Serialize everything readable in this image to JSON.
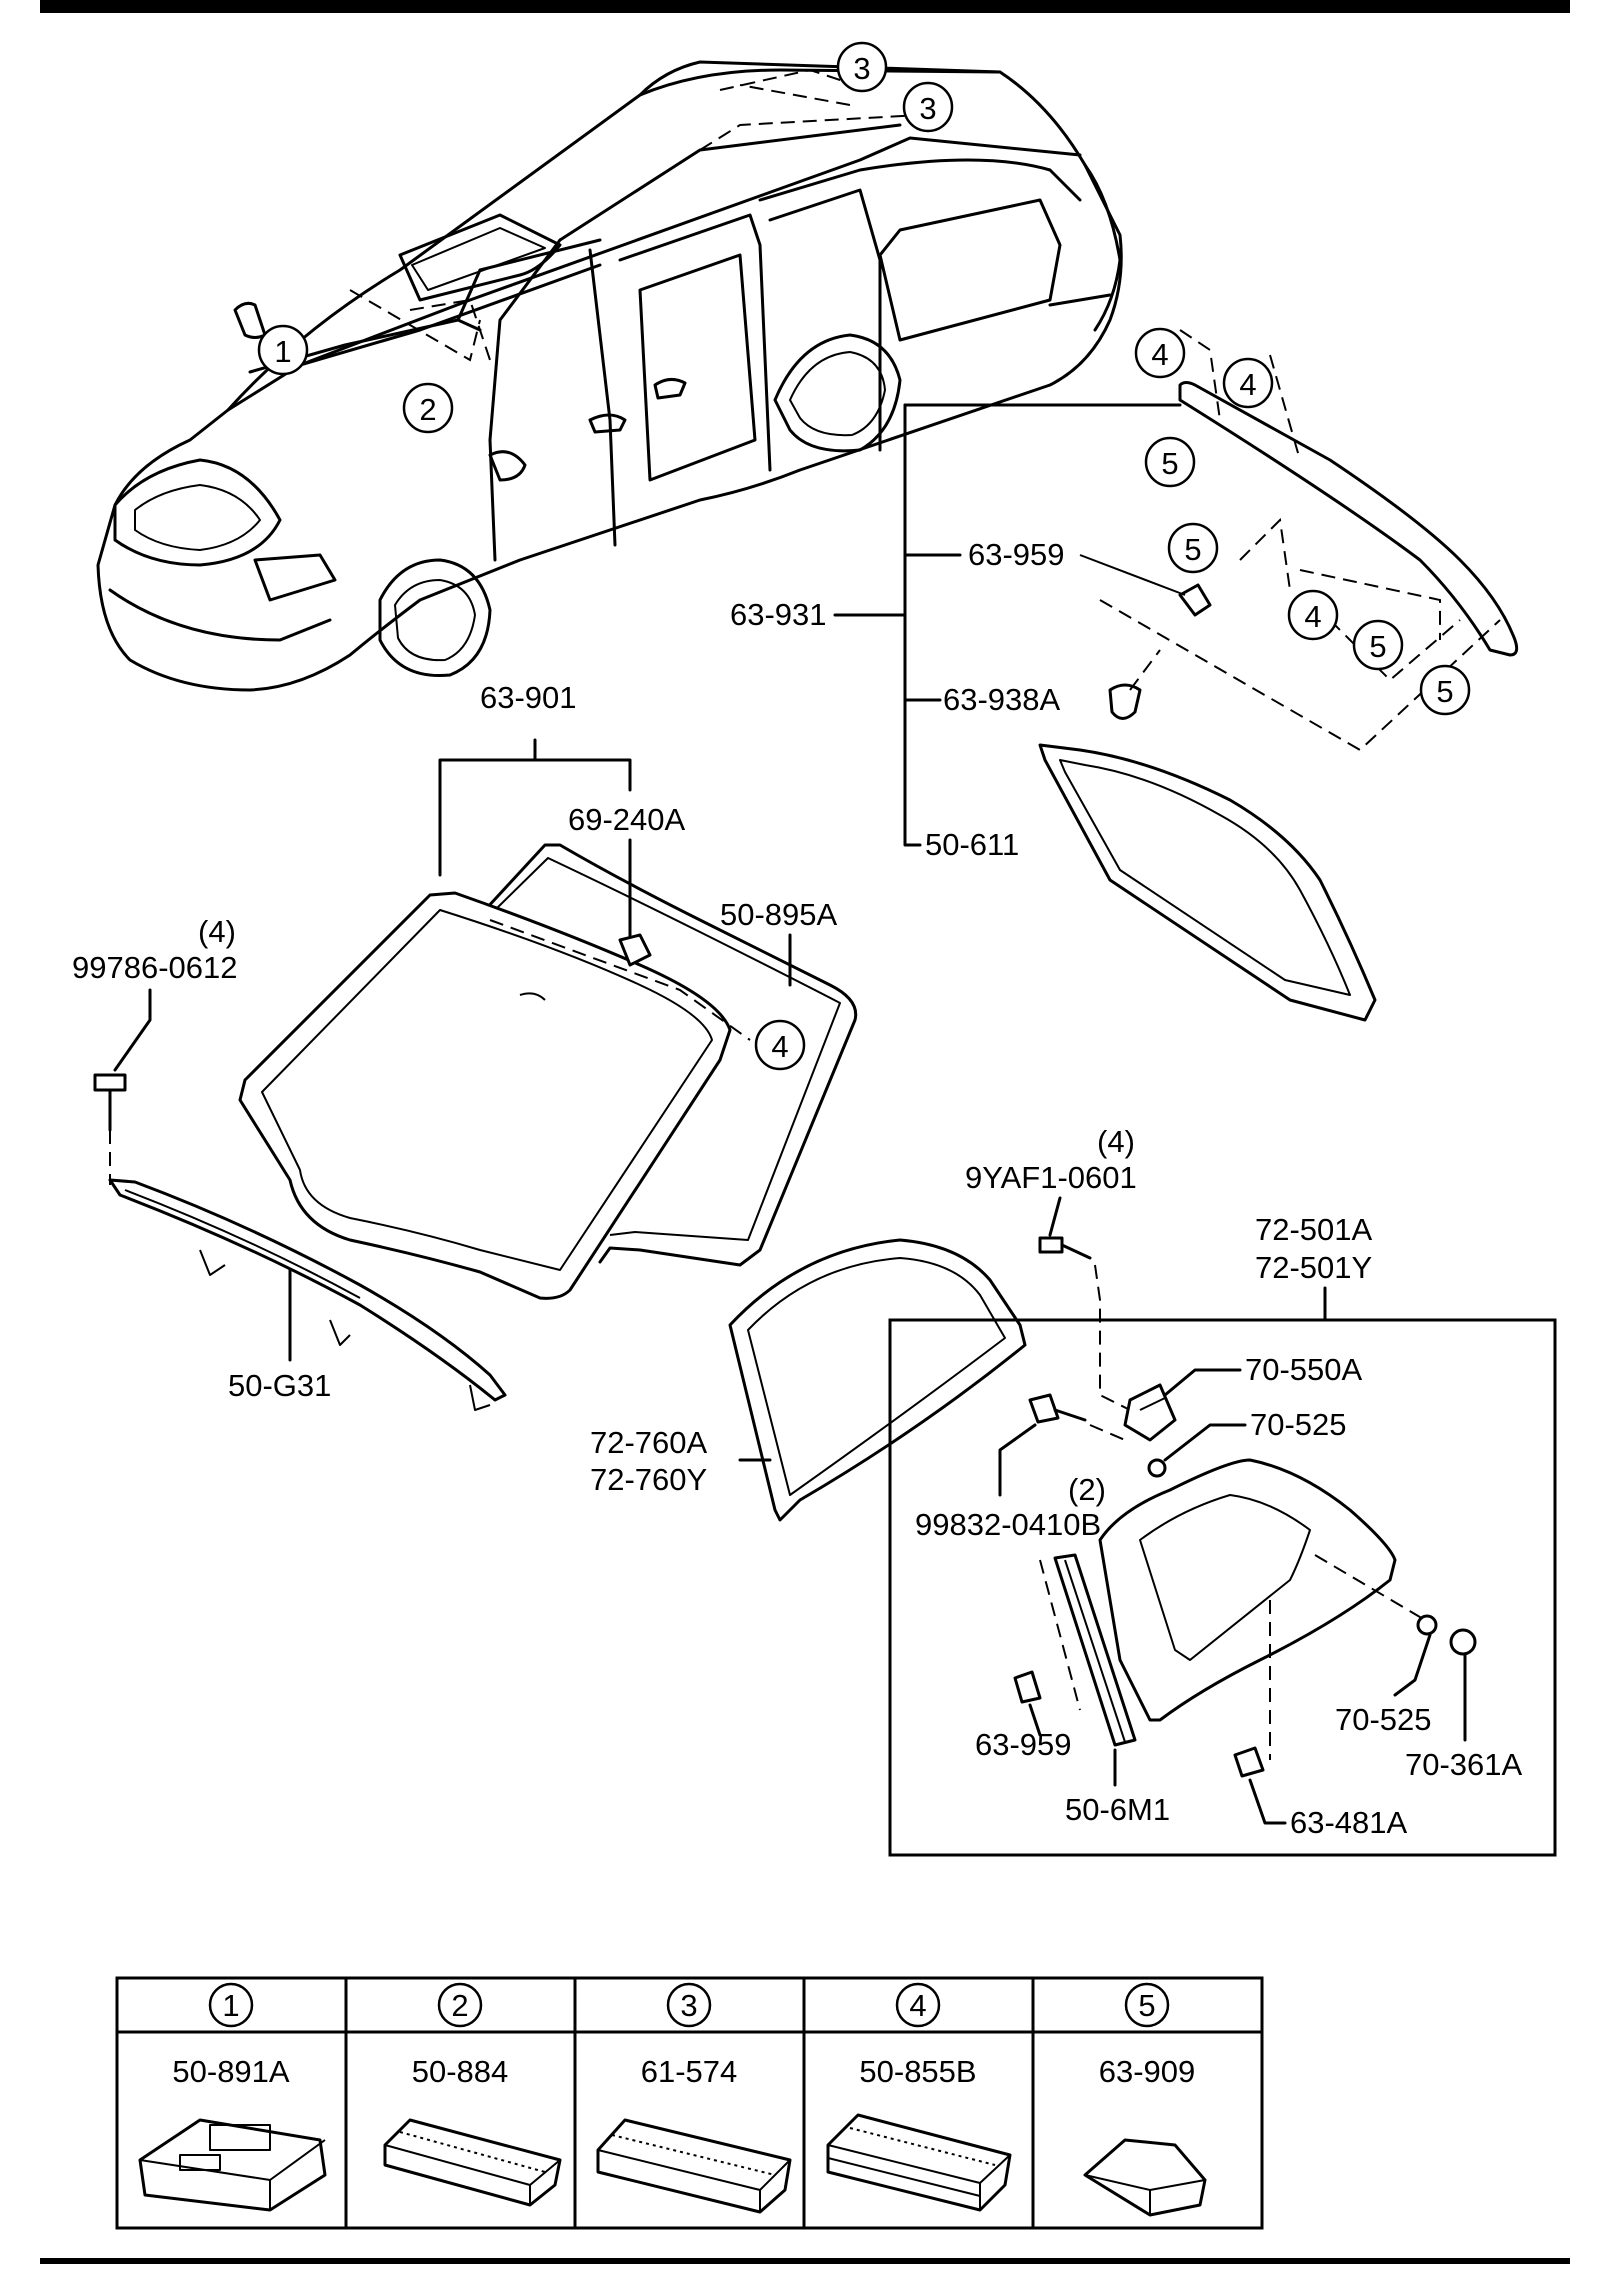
{
  "callouts": {
    "c1": "1",
    "c2": "2",
    "c3a": "3",
    "c3b": "3",
    "c4a": "4",
    "c4b": "4",
    "c4c": "4",
    "c4d": "4",
    "c5a": "5",
    "c5b": "5",
    "c5c": "5",
    "c5d": "5"
  },
  "parts": {
    "p63_931": "63-931",
    "p63_959_top": "63-959",
    "p63_938A": "63-938A",
    "p50_611": "50-611",
    "p63_901": "63-901",
    "p69_240A": "69-240A",
    "p50_895A": "50-895A",
    "qty_99786": "(4)",
    "p99786_0612": "99786-0612",
    "p50_G31": "50-G31",
    "qty_9YAF1": "(4)",
    "p9YAF1_0601": "9YAF1-0601",
    "p72_501A": "72-501A",
    "p72_501Y": "72-501Y",
    "p70_550A": "70-550A",
    "p70_525_top": "70-525",
    "p72_760A": "72-760A",
    "p72_760Y": "72-760Y",
    "qty_99832": "(2)",
    "p99832_0410B": "99832-0410B",
    "p63_959_bottom": "63-959",
    "p50_6M1": "50-6M1",
    "p63_481A": "63-481A",
    "p70_525_bottom": "70-525",
    "p70_361A": "70-361A"
  },
  "table": {
    "headers": [
      "1",
      "2",
      "3",
      "4",
      "5"
    ],
    "parts": [
      "50-891A",
      "50-884",
      "61-574",
      "50-855B",
      "63-909"
    ]
  }
}
